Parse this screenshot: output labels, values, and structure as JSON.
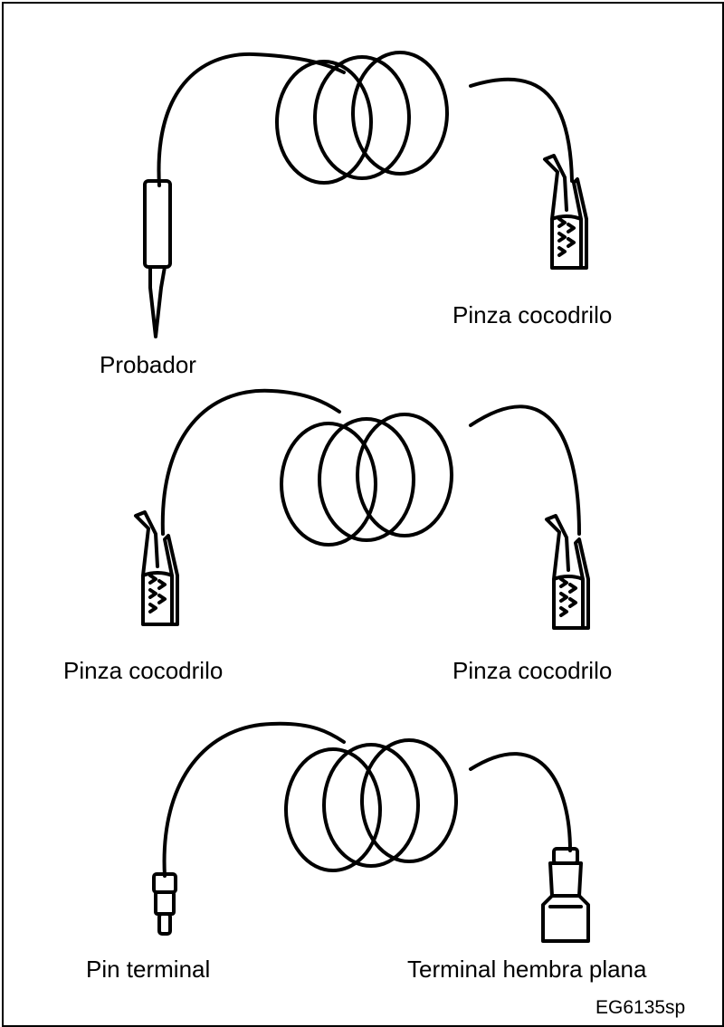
{
  "figure_code": "EG6135sp",
  "leads": [
    {
      "left_label": "Probador",
      "right_label": "Pinza cocodrilo",
      "left_end": "probe",
      "right_end": "alligator-clip"
    },
    {
      "left_label": "Pinza cocodrilo",
      "right_label": "Pinza cocodrilo",
      "left_end": "alligator-clip",
      "right_end": "alligator-clip"
    },
    {
      "left_label": "Pin terminal",
      "right_label": "Terminal hembra plana",
      "left_end": "pin-terminal",
      "right_end": "female-flat-terminal"
    }
  ],
  "colors": {
    "line": "#000000",
    "background": "#ffffff"
  }
}
